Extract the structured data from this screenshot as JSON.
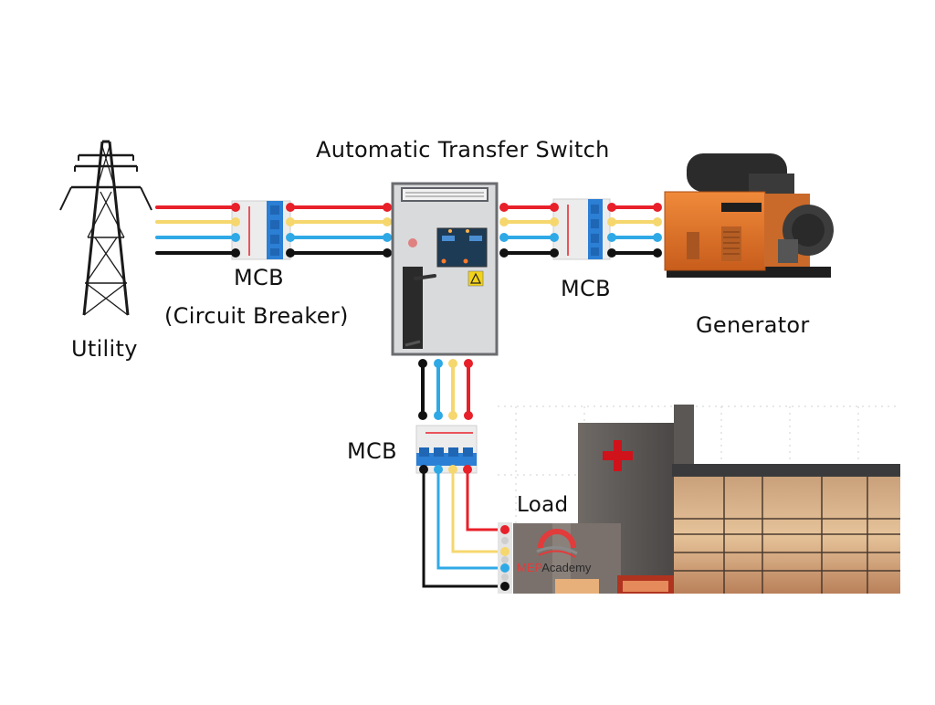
{
  "diagram": {
    "title": "Automatic Transfer Switch",
    "nodes": {
      "utility": {
        "label": "Utility",
        "icon": "transmission-tower-icon"
      },
      "mcb_utility": {
        "label": "MCB",
        "sublabel": "(Circuit Breaker)",
        "icon": "circuit-breaker-icon"
      },
      "ats": {
        "label": "Automatic Transfer Switch",
        "icon": "ats-cabinet-icon"
      },
      "mcb_generator": {
        "label": "MCB",
        "icon": "circuit-breaker-icon"
      },
      "generator": {
        "label": "Generator",
        "icon": "generator-icon"
      },
      "mcb_load": {
        "label": "MCB",
        "icon": "circuit-breaker-icon"
      },
      "load": {
        "label": "Load",
        "icon": "hospital-building-icon"
      }
    },
    "wire_colors": {
      "L1": "#e8202a",
      "L2": "#f5d76e",
      "L3": "#2fa9e6",
      "N": "#111111"
    },
    "connections": [
      {
        "from": "utility",
        "to": "mcb_utility"
      },
      {
        "from": "mcb_utility",
        "to": "ats"
      },
      {
        "from": "ats",
        "to": "mcb_generator"
      },
      {
        "from": "mcb_generator",
        "to": "generator"
      },
      {
        "from": "ats",
        "to": "mcb_load"
      },
      {
        "from": "mcb_load",
        "to": "load"
      }
    ],
    "watermark": {
      "part1": "MEP",
      "part2": "Academy"
    },
    "colors": {
      "breaker_blue": "#2b7fd4",
      "generator_orange": "#e07a2e",
      "cabinet_grey": "#d9dadc",
      "cross_red": "#d0121b"
    }
  }
}
